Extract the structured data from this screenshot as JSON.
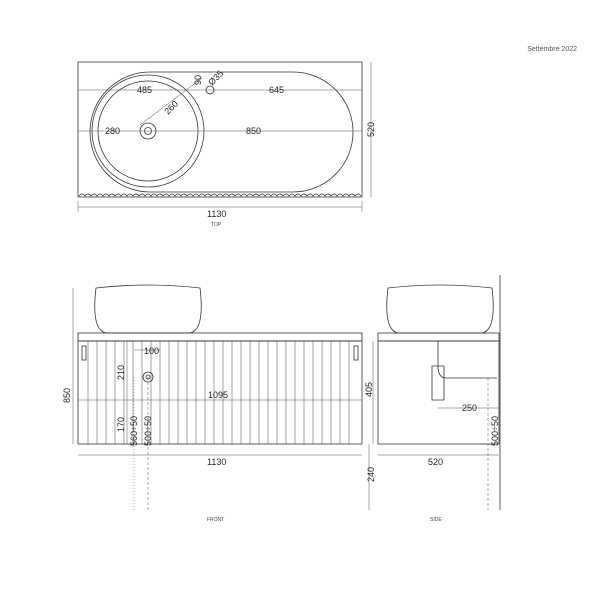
{
  "header": {
    "date": "Settembre 2022"
  },
  "views": {
    "top": "TOP",
    "front": "FRONT",
    "side": "SIDE"
  },
  "top_dims": {
    "d485": "485",
    "d90": "90",
    "d35": "Ø35",
    "d645": "645",
    "d260": "260",
    "d280": "280",
    "d850": "850",
    "d520": "520",
    "d1130": "1130"
  },
  "front_dims": {
    "d850": "850",
    "d100": "100",
    "d210": "210",
    "d1095": "1095",
    "d170": "170",
    "d560": "560÷50",
    "d500": "500÷50",
    "d1130": "1130",
    "d240": "240"
  },
  "side_dims": {
    "d405": "405",
    "d250": "250",
    "d500": "500÷50",
    "d520": "520"
  }
}
